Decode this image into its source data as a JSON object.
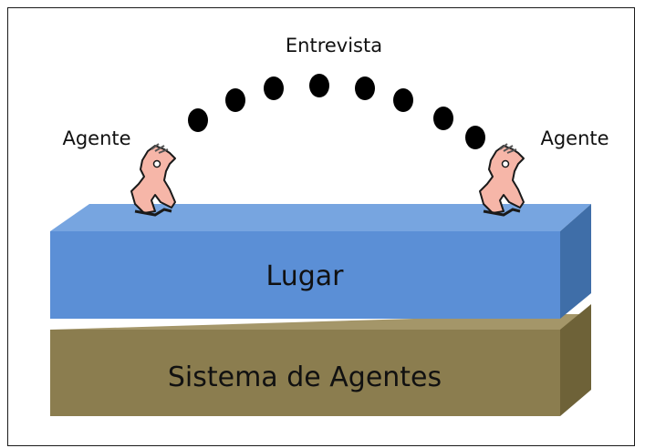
{
  "diagram": {
    "top_label": "Entrevista",
    "agent_left": "Agente",
    "agent_right": "Agente",
    "layer_top": "Lugar",
    "layer_bottom": "Sistema de Agentes"
  },
  "colors": {
    "layer_top_front": "#5b8fd6",
    "layer_top_top": "#77a5e0",
    "layer_top_side": "#3f6ea8",
    "layer_bottom_front": "#8b7d4f",
    "layer_bottom_top": "#a49669",
    "layer_bottom_side": "#6e6238",
    "agent_skin": "#f6b6a8",
    "dots": "#000000"
  }
}
